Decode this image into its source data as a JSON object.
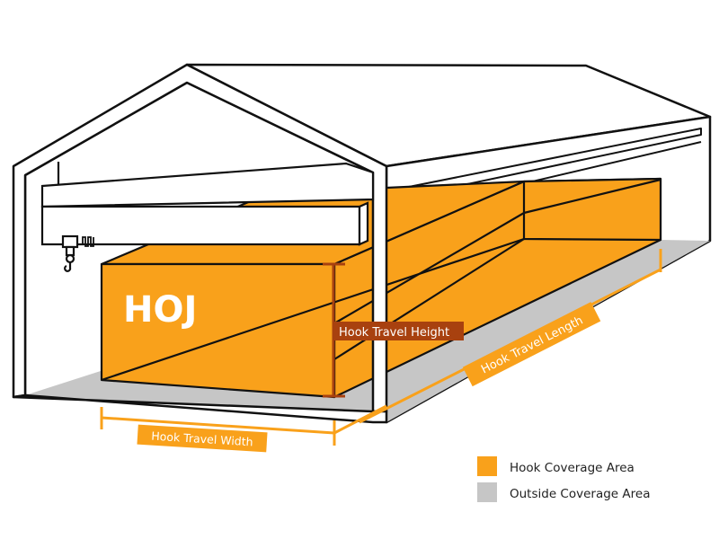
{
  "colors": {
    "coverage": "#f9a11b",
    "outside": "#c6c6c6",
    "height_marker": "#a8410f",
    "outline": "#111111"
  },
  "logo": "HOJ",
  "labels": {
    "height": "Hook Travel Height",
    "width": "Hook Travel Width",
    "length": "Hook Travel Length"
  },
  "legend": [
    {
      "label": "Hook Coverage Area",
      "color": "#f9a11b"
    },
    {
      "label": "Outside Coverage Area",
      "color": "#c6c6c6"
    }
  ]
}
